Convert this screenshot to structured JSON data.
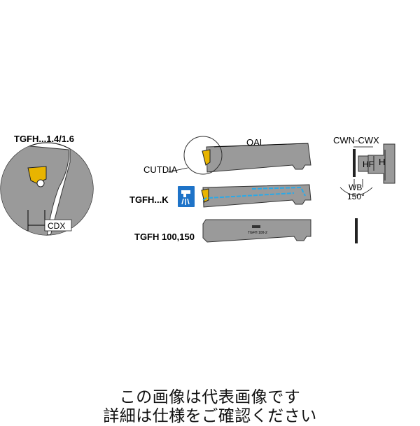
{
  "labels": {
    "tgfh_14_16": "TGFH...1.4/1.6",
    "cdx": "CDX",
    "oal": "OAL",
    "cutdia": "CUTDIA",
    "tgfh_k": "TGFH...K",
    "tgfh_100_150": "TGFH 100,150",
    "cwn_cwx": "CWN-CWX",
    "hf": "HF",
    "h": "H",
    "wb": "WB",
    "angle": "150°",
    "blade_text": "TGFH 100-2"
  },
  "caption": {
    "line1": "この画像は代表画像です",
    "line2": "詳細は仕様をご確認ください"
  },
  "colors": {
    "blade_fill": "#9a9a9a",
    "blade_edge": "#3a3a3a",
    "insert": "#e8b400",
    "coolant": "#2aa9e8",
    "coolant_icon_bg": "#1e73c8"
  }
}
